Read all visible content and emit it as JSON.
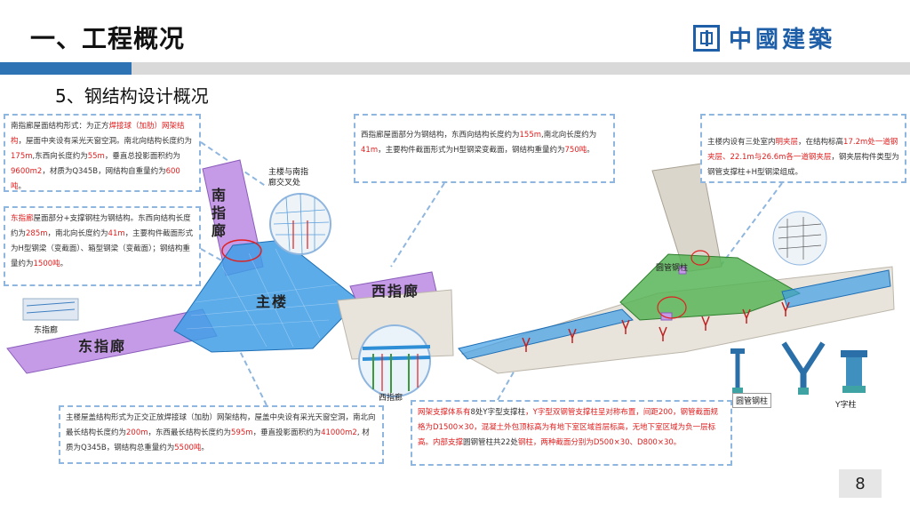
{
  "header": {
    "title": "一、工程概况",
    "brand": "中國建築",
    "subtitle": "5、钢结构设计概况"
  },
  "notes": {
    "south": [
      "南指廊屋面结构形式：为正方",
      "焊接球（加肋）网架结构",
      "，屋面中夹设有采光天窗空洞。南北向结构长度约为",
      "175m",
      ",东西向长度约为",
      "55m",
      "，垂直总投影面积约为",
      "9600m2",
      "，材质为Q345B，网结构自重量约为",
      "600吨",
      "。"
    ],
    "east": [
      "东指廊",
      "屋面部分+支撑钢柱为钢结构。东西向结构长度约为",
      "285m",
      "，南北向长度约为",
      "41m",
      "，主要构件截面形式为H型钢梁（变截面）、箱型钢梁（变截面）；钢结构重量约为",
      "1500吨",
      "。"
    ],
    "west": [
      "西指廊屋面部分为钢结构，东西向结构长度约为",
      "155m",
      ",南北向长度约为",
      "41m",
      "，主要构件截面形式为H型钢梁变截面，钢结构重量约为",
      "750吨",
      "。"
    ],
    "main_building": [
      "主楼内设有三处室内",
      "明夹层",
      "，在结构标高",
      "17.2m处一道钢夹层、22.1m与26.6m各一道钢夹层",
      "，钢夹层构件类型为钢管支撑柱+H型钢梁组成。"
    ],
    "roof": [
      "主楼屋盖结构形式为正交正放焊接球（加肋）网架结构，屋盖中央设有采光天窗空洞，南北向最长结构长度约为",
      "200m",
      "，东西最长结构长度约为",
      "595m",
      "，垂直投影面积约为",
      "41000m2",
      ", 材质为Q345B，钢结构总重量约为",
      "5500吨",
      "。"
    ],
    "support": [
      "网架支撑体系有",
      "8处Y字型支撑柱",
      "，Y字型双钢管支撑柱呈对称布置，间距200，钢管截面规格为D1500×30，混凝土外包顶标高为有地下室区域首层标高，无地下室区域为负一层标高。内部支撑",
      "圆钢管柱共22处",
      "钢柱，两种截面分别为D500×30、D800×30。"
    ]
  },
  "labels": {
    "south_wing": "南指廊",
    "main_bldg": "主楼",
    "west_wing": "西指廊",
    "east_wing": "东指廊",
    "east_small": "东指廊",
    "west_small": "西指廊",
    "junction": "主楼与南指\n廊交叉处",
    "round_col_a": "圆管钢柱",
    "round_col_b": "圆管钢柱",
    "y_col": "Y字柱"
  },
  "page": {
    "number": "8"
  },
  "colors": {
    "accent": "#2e74b5",
    "brand": "#1f5fa8",
    "red": "#e02020",
    "dash": "#8fb6df",
    "purple": "#c59ae6",
    "steel_blue": "#2f8fd6",
    "green": "#3c9a3c"
  }
}
